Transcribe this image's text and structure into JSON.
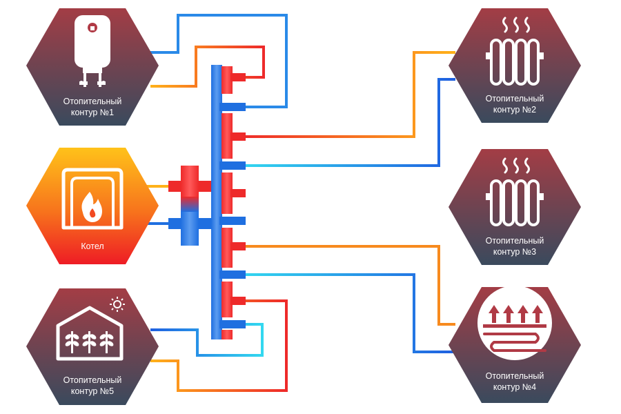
{
  "nodes": {
    "circuit1": {
      "line1": "Отопительный",
      "line2": "контур №1",
      "icon": "water-heater-icon"
    },
    "circuit2": {
      "line1": "Отопительный",
      "line2": "контур №2",
      "icon": "radiator-icon"
    },
    "circuit3": {
      "line1": "Отопительный",
      "line2": "контур №3",
      "icon": "radiator-icon"
    },
    "circuit4": {
      "line1": "Отопительный",
      "line2": "контур №4",
      "icon": "underfloor-heating-icon"
    },
    "circuit5": {
      "line1": "Отопительный",
      "line2": "контур №5",
      "icon": "greenhouse-icon"
    },
    "boiler": {
      "label": "Котел",
      "icon": "boiler-flame-icon"
    }
  },
  "colors": {
    "hex_top": "#a33d45",
    "hex_bottom": "#3c4a5c",
    "boiler_top": "#ffc21a",
    "boiler_bottom": "#ee1c25",
    "hot": "#ee2a2a",
    "cold": "#1f6fe0",
    "hot_warm": "#ffb21a",
    "cold_light": "#33d8f0"
  }
}
